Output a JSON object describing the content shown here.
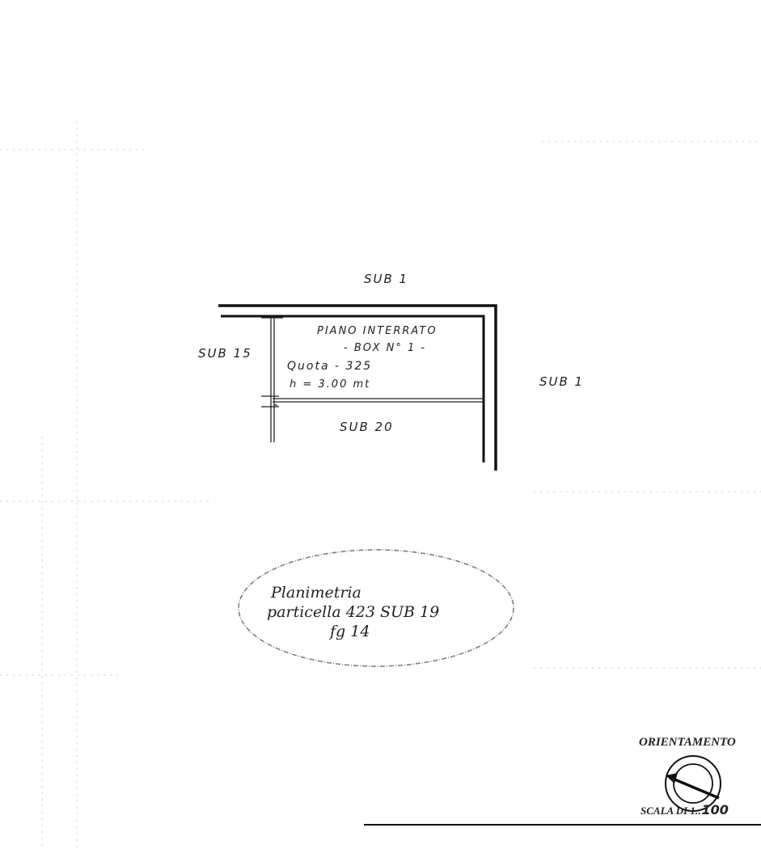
{
  "plan": {
    "sub_top": "SUB 1",
    "sub_left": "SUB 15",
    "sub_right": "SUB 1",
    "sub_bottom": "SUB 20",
    "room_title": "PIANO INTERRATO",
    "room_box": "- BOX N° 1 -",
    "room_quota": "Quota - 325",
    "room_height": "h = 3.00 mt"
  },
  "stamp": {
    "line1": "Planimetria",
    "line2": "particella 423 SUB 19",
    "line3": "fg 14"
  },
  "legend": {
    "orientation_label": "ORIENTAMENTO",
    "scale_label": "SCALA DI 1.:",
    "scale_value": "100"
  }
}
